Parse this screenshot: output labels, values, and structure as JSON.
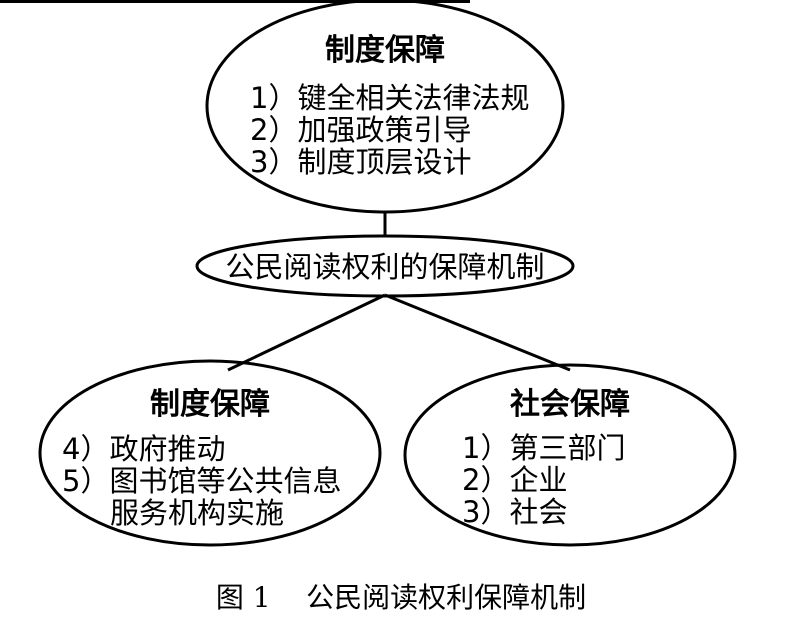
{
  "diagram": {
    "top": {
      "title": "制度保障",
      "items": [
        "1）键全相关法律法规",
        "2）加强政策引导",
        "3）制度顶层设计"
      ]
    },
    "center": {
      "label": "公民阅读权利的保障机制"
    },
    "left": {
      "title": "制度保障",
      "items": [
        "4）政府推动",
        "5）图书馆等公共信息",
        "服务机构实施"
      ]
    },
    "right": {
      "title": "社会保障",
      "items": [
        "1）第三部门",
        "2）企业",
        "3）社会"
      ]
    },
    "caption": "图 1    公民阅读权利保障机制"
  }
}
